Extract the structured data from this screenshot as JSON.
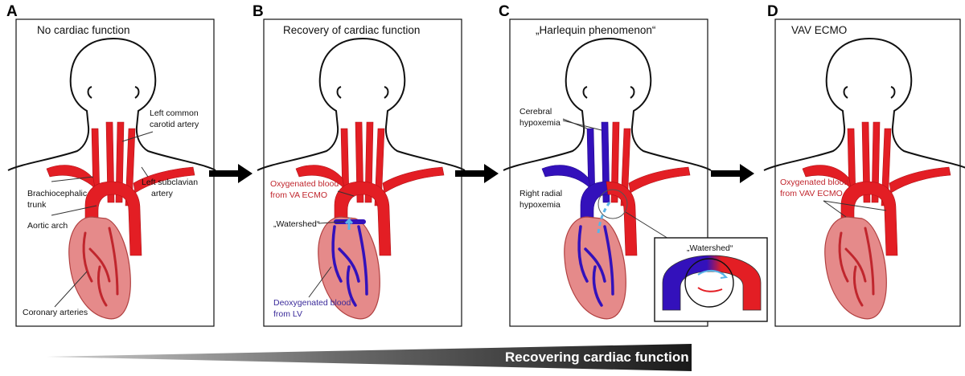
{
  "panels": [
    {
      "letter": "A",
      "title": "No cardiac function",
      "labels": {
        "left_common_carotid": [
          "Left common",
          "carotid artery"
        ],
        "left_subclavian": [
          "Left subclavian",
          "artery"
        ],
        "brachiocephalic": [
          "Brachiocephalic",
          "trunk"
        ],
        "aortic_arch": "Aortic arch",
        "coronary": "Coronary arteries"
      }
    },
    {
      "letter": "B",
      "title": "Recovery of cardiac function",
      "labels": {
        "oxygenated": [
          "Oxygenated blood",
          "from VA ECMO"
        ],
        "watershed": "„Watershed“",
        "deoxygenated": [
          "Deoxygenated blood",
          "from LV"
        ]
      }
    },
    {
      "letter": "C",
      "title": "„Harlequin phenomenon“",
      "labels": {
        "cerebral": [
          "Cerebral",
          "hypoxemia"
        ],
        "right_radial": [
          "Right radial",
          "hypoxemia"
        ],
        "watershed_inset": "„Watershed“"
      }
    },
    {
      "letter": "D",
      "title": "VAV ECMO",
      "labels": {
        "oxygenated_vav": [
          "Oxygenated blood",
          "from VAV ECMO"
        ]
      }
    }
  ],
  "bottom_bar": {
    "label": "Recovering cardiac function"
  },
  "colors": {
    "artery_red": "#e31e24",
    "venous_blue": "#3311bb",
    "heart_pink": "#e58a8a",
    "heart_stroke": "#b04040",
    "watershed_arrow": "#5ab4e8"
  }
}
